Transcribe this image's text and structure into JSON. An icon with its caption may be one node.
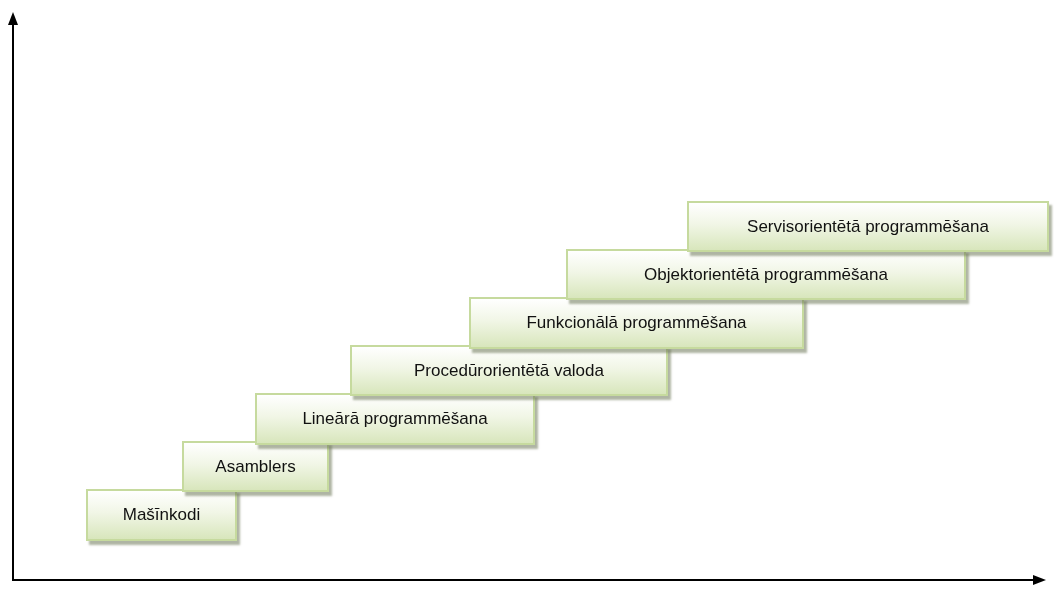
{
  "diagram": {
    "nodes": [
      {
        "text": [
          "Mašīnkodi"
        ]
      },
      {
        "text": [
          "Asamblers"
        ]
      },
      {
        "text": [
          "Lineārā programmēšana"
        ]
      },
      {
        "text": [
          "Procedūrorientētā valoda"
        ]
      },
      {
        "text": [
          "Funkcionālā programmēšana"
        ]
      },
      {
        "text": [
          "Objektorientētā programmēšana"
        ]
      },
      {
        "text": [
          "Servisorientētā programmēšana"
        ]
      }
    ]
  }
}
